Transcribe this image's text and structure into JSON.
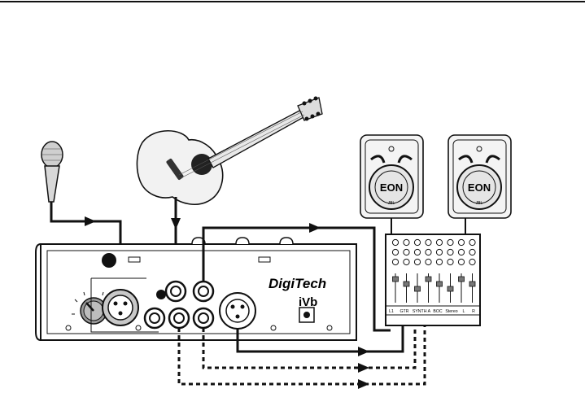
{
  "brand": {
    "logo_text": "DigiTech",
    "model_text": "iVb"
  },
  "speakers": [
    {
      "logo": "EON",
      "badge": "JBL"
    },
    {
      "logo": "EON",
      "badge": "JBL"
    }
  ],
  "mixer": {
    "channel_labels": [
      "L1",
      "GTR",
      "SYNTH A",
      "BOC",
      "Stereo",
      "L",
      "R"
    ]
  }
}
